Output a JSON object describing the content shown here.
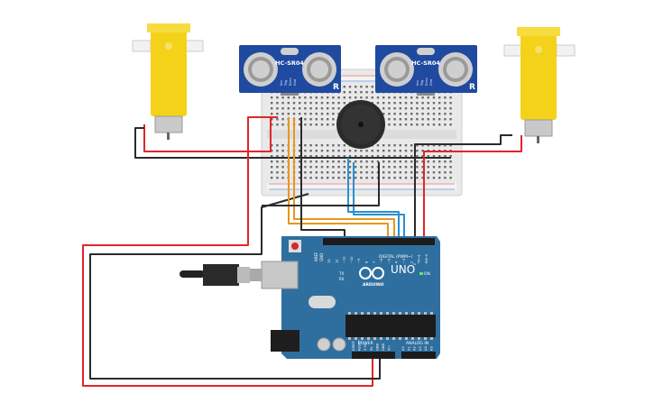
{
  "sensors": [
    {
      "model": "HC-SR04",
      "pins": [
        "Vcc",
        "Trig",
        "Echo",
        "Gnd"
      ]
    },
    {
      "model": "HC-SR04",
      "pins": [
        "Vcc",
        "Trig",
        "Echo",
        "Gnd"
      ]
    }
  ],
  "arduino": {
    "brand": "ARDUINO",
    "model": "UNO",
    "tm": "™",
    "digital_header_label": "DIGITAL (PWM~)",
    "power_label": "POWER",
    "analog_label": "ANALOG IN",
    "on_label": "ON",
    "tx_label": "TX",
    "rx_label": "RX",
    "aref_label": "AREF",
    "gnd_label": "GND",
    "digital_pins": [
      "13",
      "12",
      "~11",
      "~10",
      "~9",
      "8",
      "7",
      "~6",
      "~5",
      "4",
      "~3",
      "2",
      "TX→1",
      "RX←0"
    ],
    "power_pins": [
      "IOREF",
      "RESET",
      "3.3V",
      "5V",
      "GND",
      "GND",
      "Vin"
    ],
    "analog_pins": [
      "A0",
      "A1",
      "A2",
      "A3",
      "A4",
      "A5"
    ]
  },
  "colors": {
    "wire_red": "#e0262a",
    "wire_black": "#2b2b2b",
    "wire_orange": "#e8961e",
    "wire_blue": "#2a8fd1",
    "board_blue": "#2f6f9f",
    "motor_yellow": "#f5d21a",
    "sensor_blue": "#1f4aa0"
  }
}
